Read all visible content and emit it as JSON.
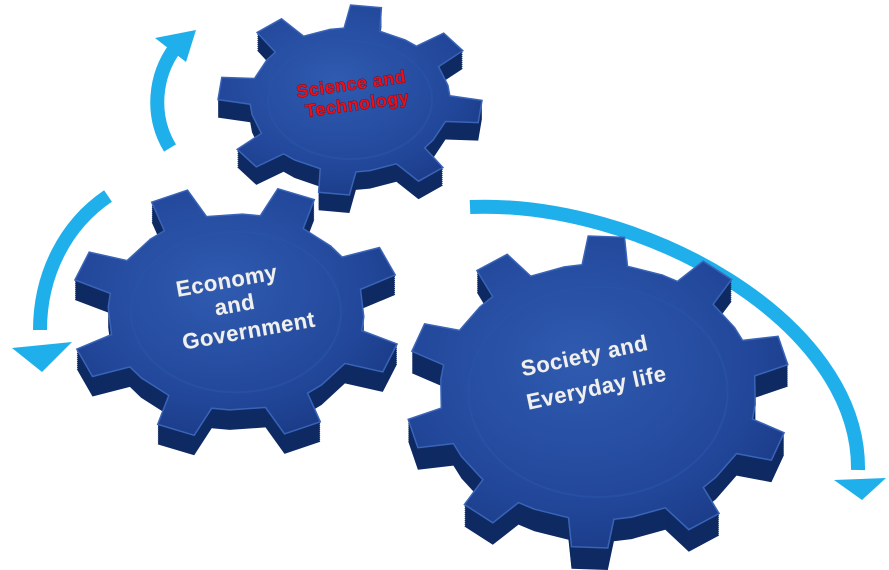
{
  "gears": {
    "science": {
      "line1": "Science and",
      "line2": "Technology"
    },
    "economy": {
      "line1": "Economy",
      "line2": "and",
      "line3": "Government"
    },
    "society": {
      "line1": "Society and",
      "line2": "Everyday life"
    }
  },
  "colors": {
    "gear_top": "#23499a",
    "gear_side": "#0f2a63",
    "gear_highlight": "#3a64b8",
    "arrow": "#1fb0ec",
    "label_light": "#eef0f4",
    "label_red": "#e8101a"
  },
  "icons": [
    "gear-icon",
    "curved-arrow-icon"
  ]
}
